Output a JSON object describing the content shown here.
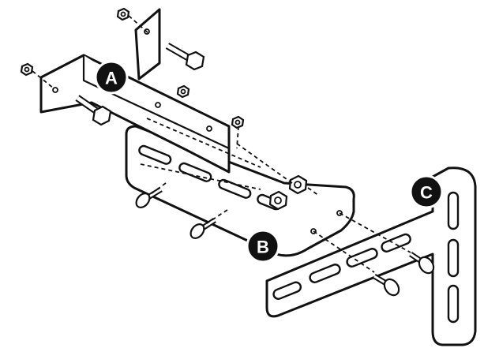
{
  "labels": {
    "a": "A",
    "b": "B",
    "c": "C"
  },
  "colors": {
    "ink": "#111111",
    "background": "#ffffff",
    "label_fill": "#111111",
    "label_text": "#ffffff"
  },
  "icons": [
    "hex-nut-icon",
    "hex-bolt-icon",
    "carriage-bolt-icon"
  ]
}
